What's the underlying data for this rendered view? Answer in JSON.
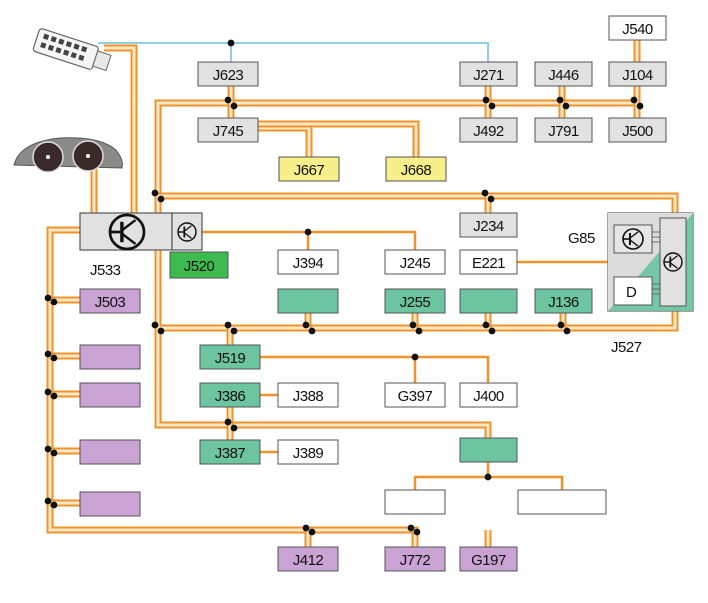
{
  "diagram": {
    "title": "CAN bus network topology",
    "colors": {
      "bus_orange": "#f0932b",
      "bus_light": "#fde9c8",
      "diag_wire": "#8fd0e6",
      "node_gray": "#e1e1e1",
      "node_yellow": "#f7f08a",
      "node_green": "#6cc4a0",
      "node_bright_green": "#3dbb4e",
      "node_purple": "#c9a3d3",
      "node_white": "#ffffff",
      "border": "#555555",
      "junction": "#111111"
    },
    "nodes": [
      {
        "id": "J623",
        "label": "J623",
        "color": "gray"
      },
      {
        "id": "J745",
        "label": "J745",
        "color": "gray"
      },
      {
        "id": "J667",
        "label": "J667",
        "color": "yellow"
      },
      {
        "id": "J668",
        "label": "J668",
        "color": "yellow"
      },
      {
        "id": "J271",
        "label": "J271",
        "color": "gray"
      },
      {
        "id": "J446",
        "label": "J446",
        "color": "gray"
      },
      {
        "id": "J104",
        "label": "J104",
        "color": "gray"
      },
      {
        "id": "J540",
        "label": "J540",
        "color": "white"
      },
      {
        "id": "J492",
        "label": "J492",
        "color": "gray"
      },
      {
        "id": "J791",
        "label": "J791",
        "color": "gray"
      },
      {
        "id": "J500",
        "label": "J500",
        "color": "gray"
      },
      {
        "id": "J234",
        "label": "J234",
        "color": "gray"
      },
      {
        "id": "J520",
        "label": "J520",
        "color": "bright_green"
      },
      {
        "id": "J394",
        "label": "J394",
        "color": "white"
      },
      {
        "id": "J245",
        "label": "J245",
        "color": "white"
      },
      {
        "id": "E221",
        "label": "E221",
        "color": "white"
      },
      {
        "id": "green-unlabeled-1",
        "label": "",
        "color": "green"
      },
      {
        "id": "J255",
        "label": "J255",
        "color": "green"
      },
      {
        "id": "green-unlabeled-2",
        "label": "",
        "color": "green"
      },
      {
        "id": "J136",
        "label": "J136",
        "color": "green"
      },
      {
        "id": "J503",
        "label": "J503",
        "color": "purple"
      },
      {
        "id": "purple-unlabeled-1",
        "label": "",
        "color": "purple"
      },
      {
        "id": "purple-unlabeled-2",
        "label": "",
        "color": "purple"
      },
      {
        "id": "purple-unlabeled-3",
        "label": "",
        "color": "purple"
      },
      {
        "id": "purple-unlabeled-4",
        "label": "",
        "color": "purple"
      },
      {
        "id": "J519",
        "label": "J519",
        "color": "green"
      },
      {
        "id": "J386",
        "label": "J386",
        "color": "green"
      },
      {
        "id": "J388",
        "label": "J388",
        "color": "white"
      },
      {
        "id": "J387",
        "label": "J387",
        "color": "green"
      },
      {
        "id": "J389",
        "label": "J389",
        "color": "white"
      },
      {
        "id": "G397",
        "label": "G397",
        "color": "white"
      },
      {
        "id": "J400",
        "label": "J400",
        "color": "white"
      },
      {
        "id": "green-unlabeled-3",
        "label": "",
        "color": "green"
      },
      {
        "id": "white-unlabeled-1",
        "label": "",
        "color": "white"
      },
      {
        "id": "white-unlabeled-2",
        "label": "",
        "color": "white"
      },
      {
        "id": "J412",
        "label": "J412",
        "color": "purple"
      },
      {
        "id": "J772",
        "label": "J772",
        "color": "purple"
      },
      {
        "id": "G197",
        "label": "G197",
        "color": "purple"
      }
    ],
    "gateway": {
      "label": "J533"
    },
    "gateway_module": {
      "label": "J527",
      "sub_label": "G85",
      "display_label": "D"
    },
    "devices": [
      {
        "id": "diagnostic-connector",
        "name": "OBD diagnostic connector"
      },
      {
        "id": "instrument-cluster",
        "name": "Instrument cluster"
      }
    ]
  }
}
